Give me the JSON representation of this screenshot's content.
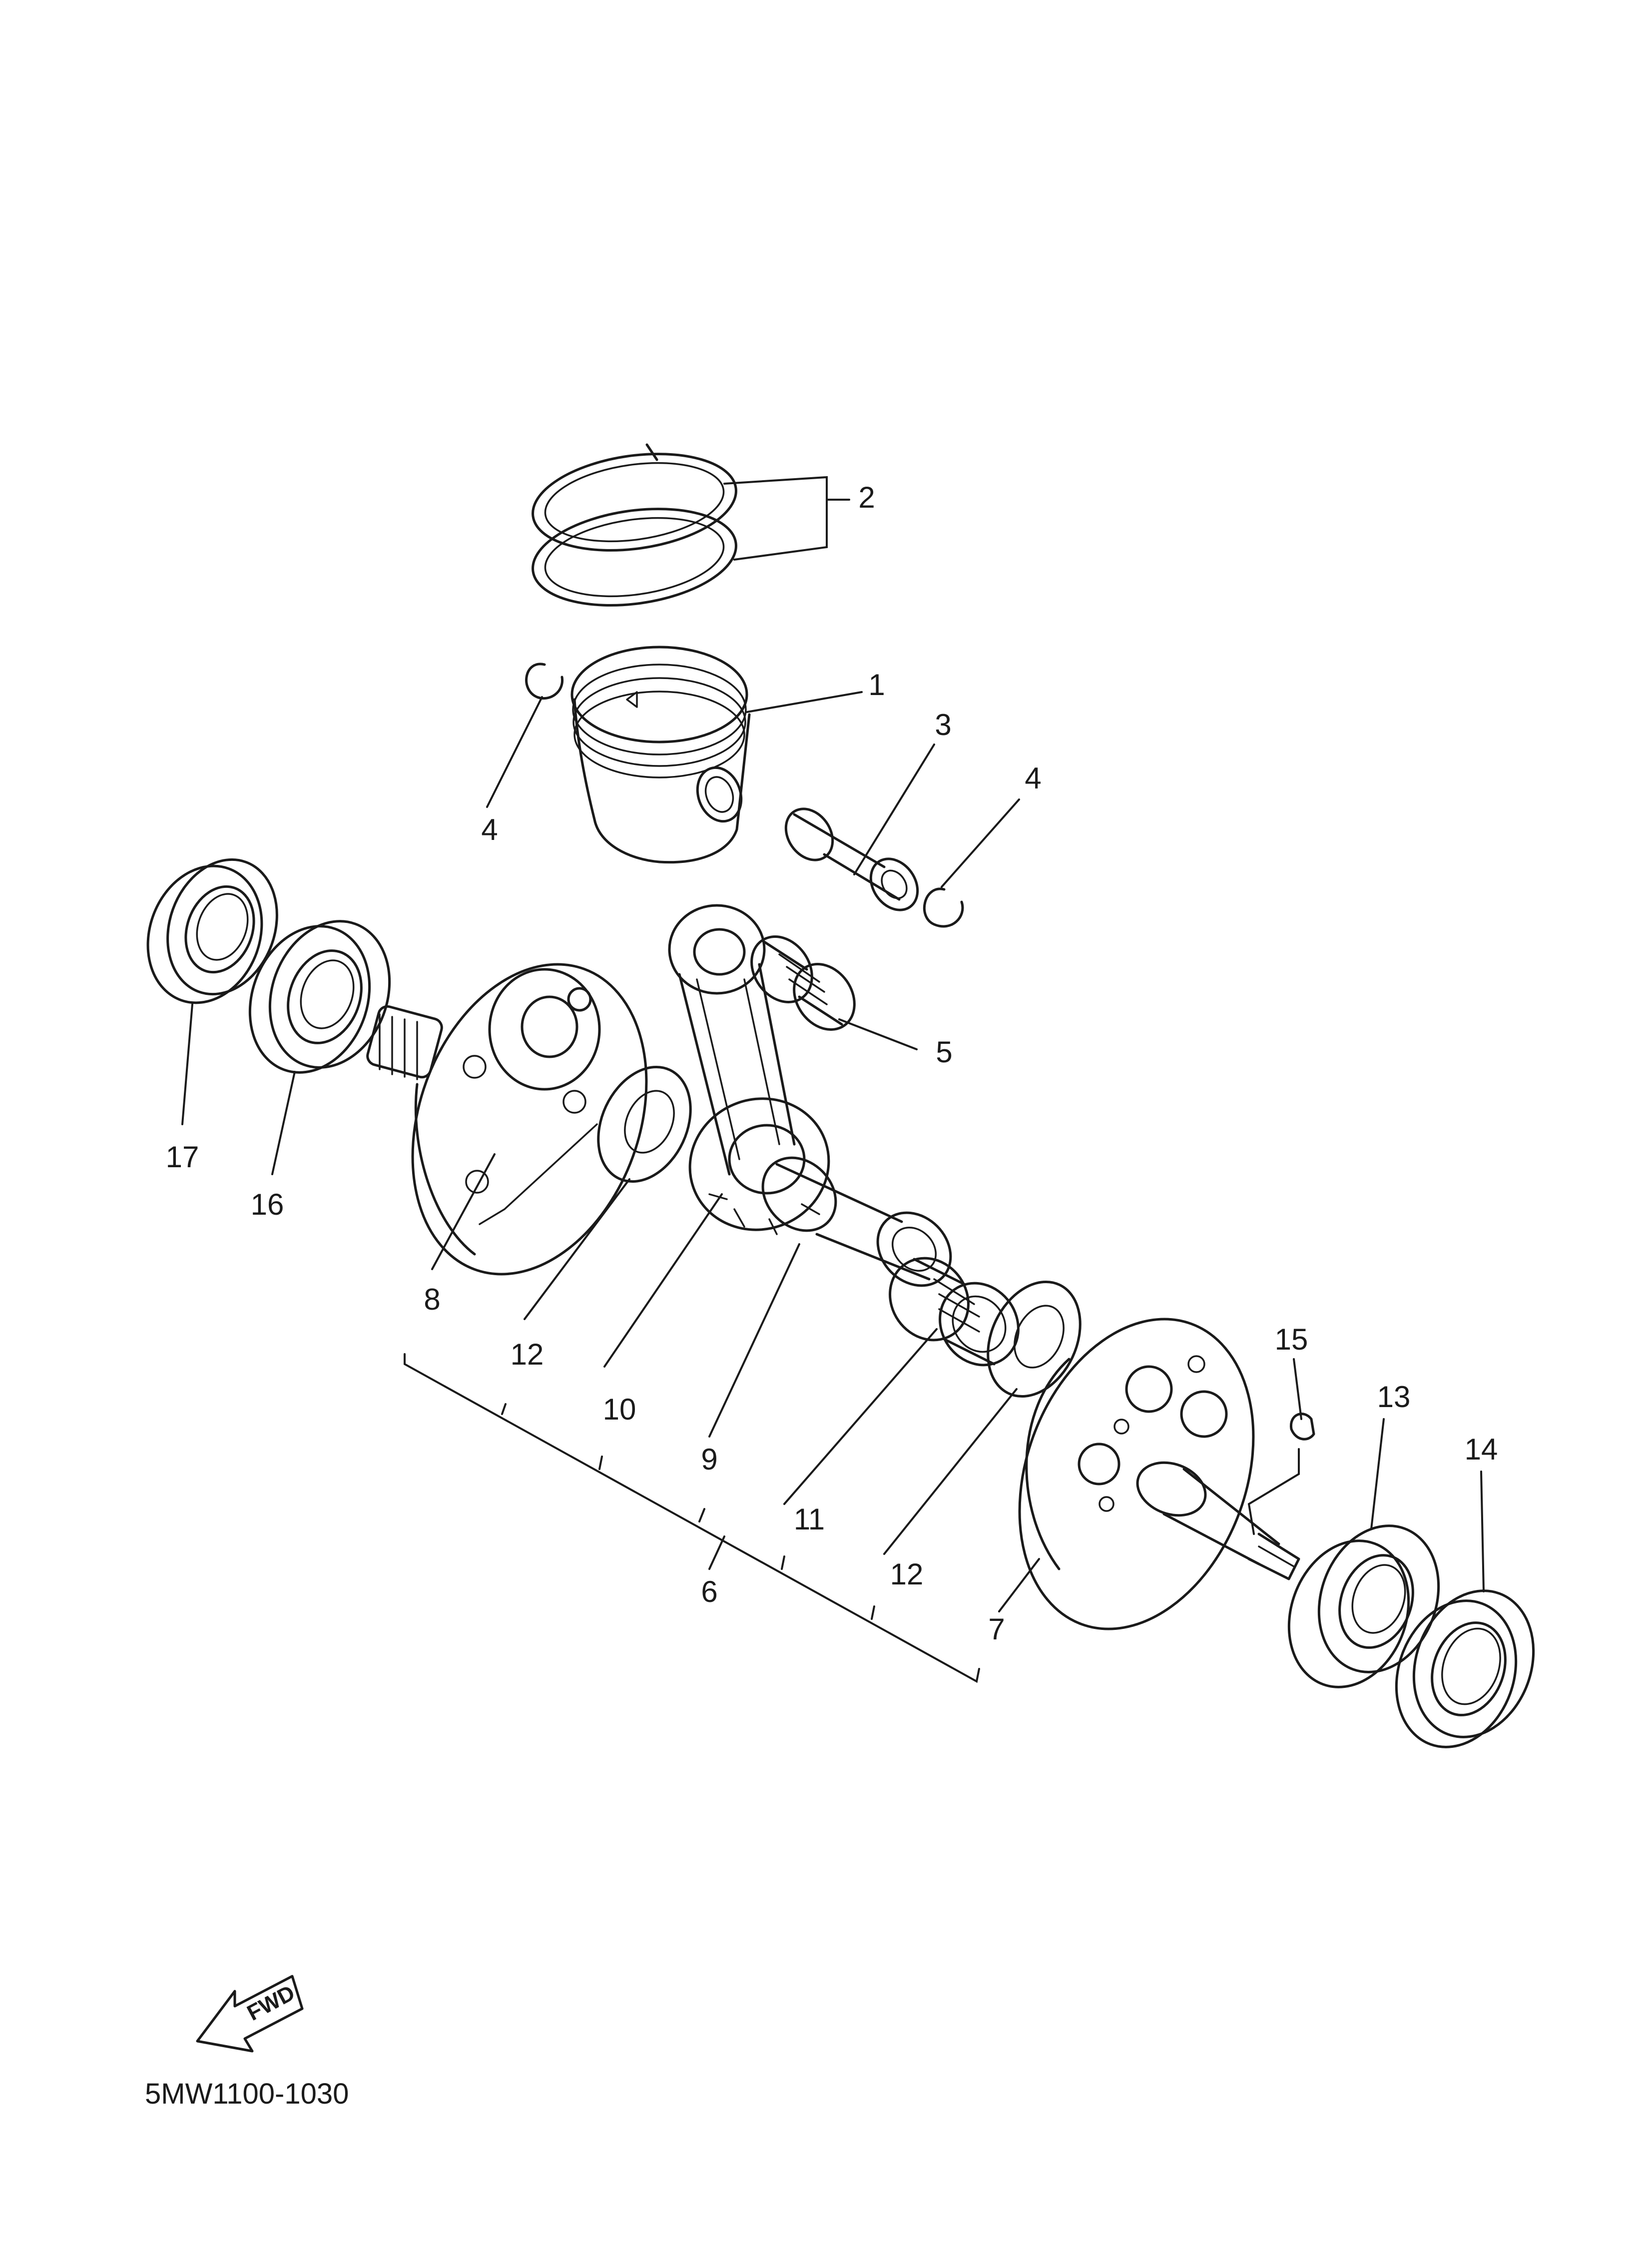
{
  "diagram": {
    "part_labels": [
      "1",
      "2",
      "3",
      "4",
      "4",
      "5",
      "6",
      "7",
      "8",
      "9",
      "10",
      "11",
      "12",
      "12",
      "13",
      "14",
      "15",
      "16",
      "17"
    ],
    "fwd_label": "FWD",
    "drawing_code": "5MW1100-1030"
  }
}
